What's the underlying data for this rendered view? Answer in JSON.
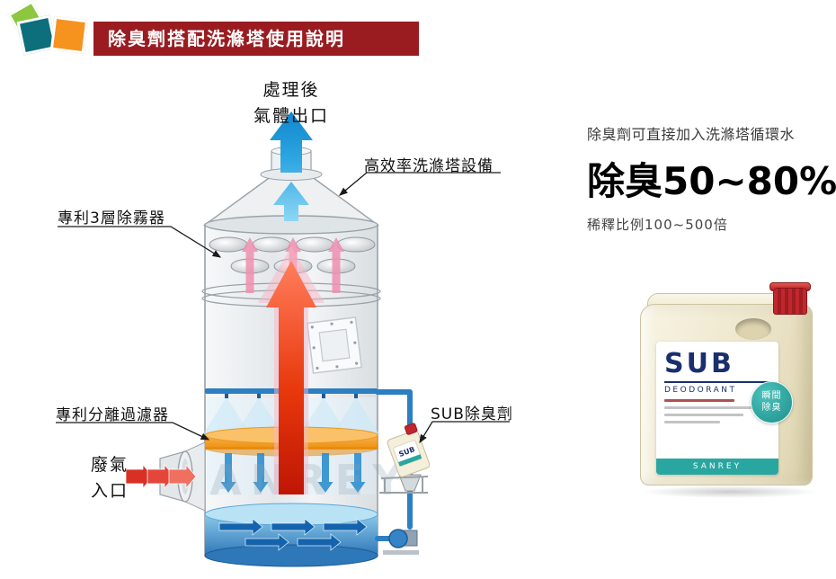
{
  "header": {
    "title": "除臭劑搭配洗滌塔使用說明"
  },
  "diagram": {
    "outlet_line1": "處理後",
    "outlet_line2": "氣體出口",
    "scrubber_label": "高效率洗滌塔設備",
    "demister_label": "專利3層除霧器",
    "filter_label": "專利分離過濾器",
    "sub_label": "SUB除臭劑",
    "inlet_line1": "廢氣",
    "inlet_line2": "入口",
    "watermark": "SANREY",
    "mini_jug_brand": "SUB"
  },
  "info": {
    "note": "除臭劑可直接加入洗滌塔循環水",
    "headline": "除臭50~80%",
    "dilution": "稀釋比例100~500倍"
  },
  "product": {
    "brand": "SUB",
    "type": "DEODORANT",
    "badge_line1": "瞬間",
    "badge_line2": "除臭",
    "footer": "SANREY"
  },
  "colors": {
    "title_bar_red": "#9a1c21",
    "gas_arrow_blue": "#1e9cd7",
    "hot_arrow_red": "#e8380d",
    "filter_orange": "#f5a623",
    "badge_teal": "#2aa6a0",
    "logo_green": "#8dc63f",
    "logo_teal": "#0d6e7c",
    "logo_orange": "#f6921e"
  }
}
